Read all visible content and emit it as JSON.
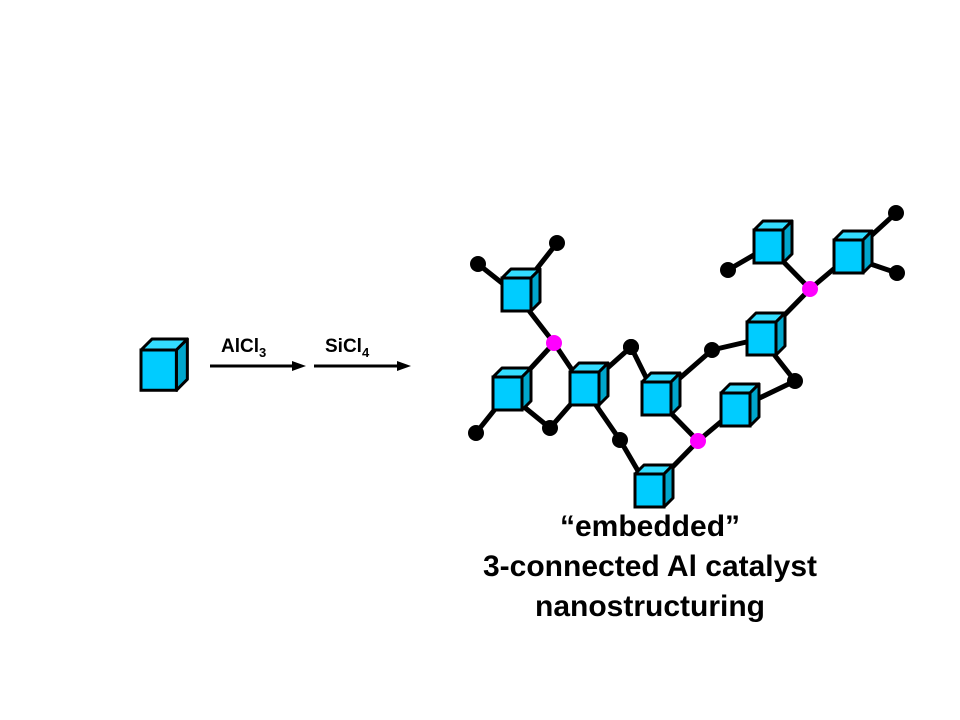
{
  "reaction": {
    "reagents": [
      {
        "base": "AlCl",
        "sub": "3"
      },
      {
        "base": "SiCl",
        "sub": "4"
      }
    ]
  },
  "caption": {
    "line1": "“embedded”",
    "line2": "3-connected Al catalyst",
    "line3": "nanostructuring"
  },
  "colors": {
    "cube_front": "#00ccff",
    "cube_top": "#33ddff",
    "cube_side": "#00a6cc",
    "al_node": "#ff00ff",
    "o_node": "#000000",
    "bond": "#000000"
  },
  "network": {
    "cubes": [
      {
        "id": "c1"
      },
      {
        "id": "c2"
      },
      {
        "id": "c3"
      },
      {
        "id": "c4"
      },
      {
        "id": "c5"
      },
      {
        "id": "c6"
      },
      {
        "id": "c7"
      },
      {
        "id": "c8"
      },
      {
        "id": "c9"
      }
    ],
    "al_nodes": [
      {
        "id": "al1"
      },
      {
        "id": "al2"
      },
      {
        "id": "al3"
      }
    ],
    "o_nodes": [
      {
        "id": "o1"
      },
      {
        "id": "o2"
      },
      {
        "id": "o3"
      },
      {
        "id": "o4"
      },
      {
        "id": "o5"
      },
      {
        "id": "o6"
      },
      {
        "id": "o7"
      },
      {
        "id": "o8"
      },
      {
        "id": "o9"
      },
      {
        "id": "o10"
      },
      {
        "id": "o11"
      },
      {
        "id": "o12"
      }
    ]
  }
}
